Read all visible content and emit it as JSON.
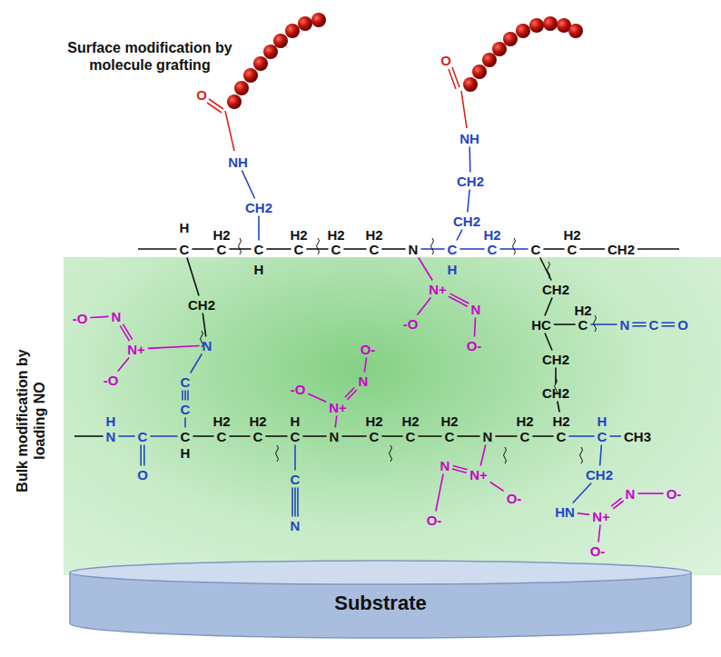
{
  "diagram": {
    "nodes": [
      {
        "text": [
          "Bulk modification by loading NO"
        ]
      },
      {
        "text": [
          "Substrate"
        ]
      }
    ],
    "labels": [
      "O",
      "NH",
      "CH2",
      "O",
      "NH",
      "CH2",
      "CH2",
      "H",
      "C",
      "H2",
      "C",
      "C",
      "H",
      "H2",
      "C",
      "H2",
      "C",
      "H2",
      "C",
      "N",
      "C",
      "H",
      "H2",
      "C",
      "C",
      "H2",
      "C",
      "CH2",
      "N+",
      "-O",
      "N",
      "O-",
      "CH2",
      "N",
      "-O",
      "N",
      "N+",
      "-O",
      "C",
      "C",
      "CH2",
      "HC",
      "H2",
      "C",
      "N",
      "C",
      "O",
      "CH2",
      "CH2",
      "H",
      "N",
      "C",
      "O",
      "C",
      "H",
      "H2",
      "C",
      "H2",
      "C",
      "H",
      "C",
      "C",
      "N",
      "N",
      "H2",
      "C",
      "H2",
      "C",
      "H2",
      "C",
      "N",
      "H2",
      "C",
      "H2",
      "C",
      "H",
      "C",
      "CH3",
      "CH2",
      "HN",
      "O-",
      "-O",
      "N",
      "N+",
      "N+",
      "N",
      "O-",
      "O-",
      "N+",
      "N",
      "O-",
      "O-",
      "Surface modification by molecule grafting"
    ]
  }
}
